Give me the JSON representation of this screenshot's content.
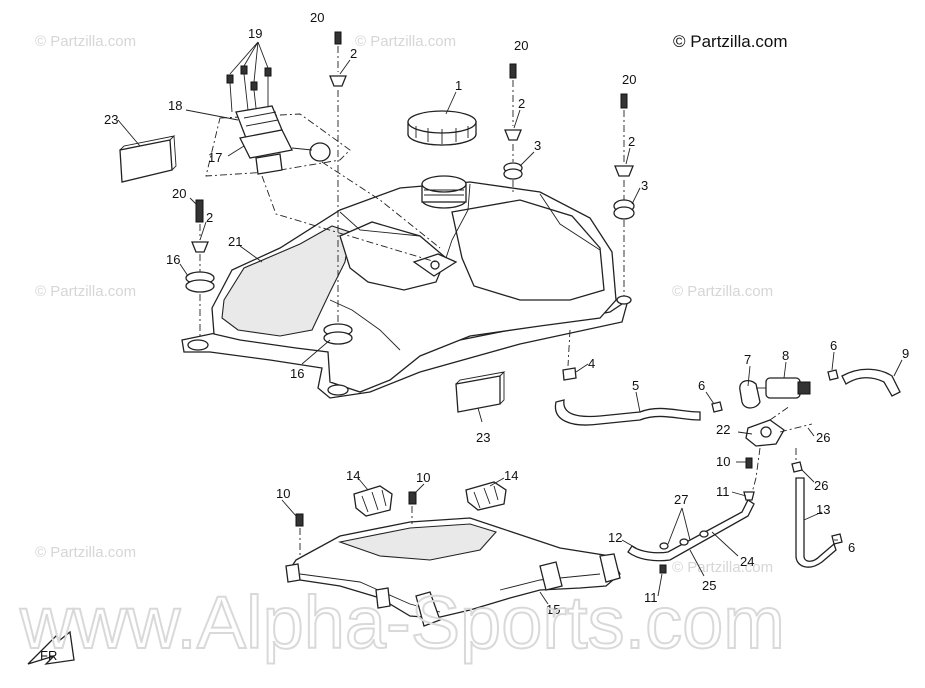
{
  "copyright": "© Partzilla.com",
  "watermark_small": "© Partzilla.com",
  "watermark_big": "www.Alpha-Sports.com",
  "front_marker": "FR",
  "callouts": [
    {
      "text": "1"
    },
    {
      "text": "2"
    },
    {
      "text": "2"
    },
    {
      "text": "2"
    },
    {
      "text": "2"
    },
    {
      "text": "3"
    },
    {
      "text": "3"
    },
    {
      "text": "4"
    },
    {
      "text": "5"
    },
    {
      "text": "6"
    },
    {
      "text": "6"
    },
    {
      "text": "6"
    },
    {
      "text": "7"
    },
    {
      "text": "8"
    },
    {
      "text": "9"
    },
    {
      "text": "10"
    },
    {
      "text": "10"
    },
    {
      "text": "10"
    },
    {
      "text": "11"
    },
    {
      "text": "11"
    },
    {
      "text": "12"
    },
    {
      "text": "13"
    },
    {
      "text": "14"
    },
    {
      "text": "14"
    },
    {
      "text": "15"
    },
    {
      "text": "16"
    },
    {
      "text": "16"
    },
    {
      "text": "17"
    },
    {
      "text": "18"
    },
    {
      "text": "19"
    },
    {
      "text": "20"
    },
    {
      "text": "20"
    },
    {
      "text": "20"
    },
    {
      "text": "20"
    },
    {
      "text": "21"
    },
    {
      "text": "22"
    },
    {
      "text": "23"
    },
    {
      "text": "23"
    },
    {
      "text": "24"
    },
    {
      "text": "25"
    },
    {
      "text": "26"
    },
    {
      "text": "26"
    },
    {
      "text": "27"
    }
  ]
}
